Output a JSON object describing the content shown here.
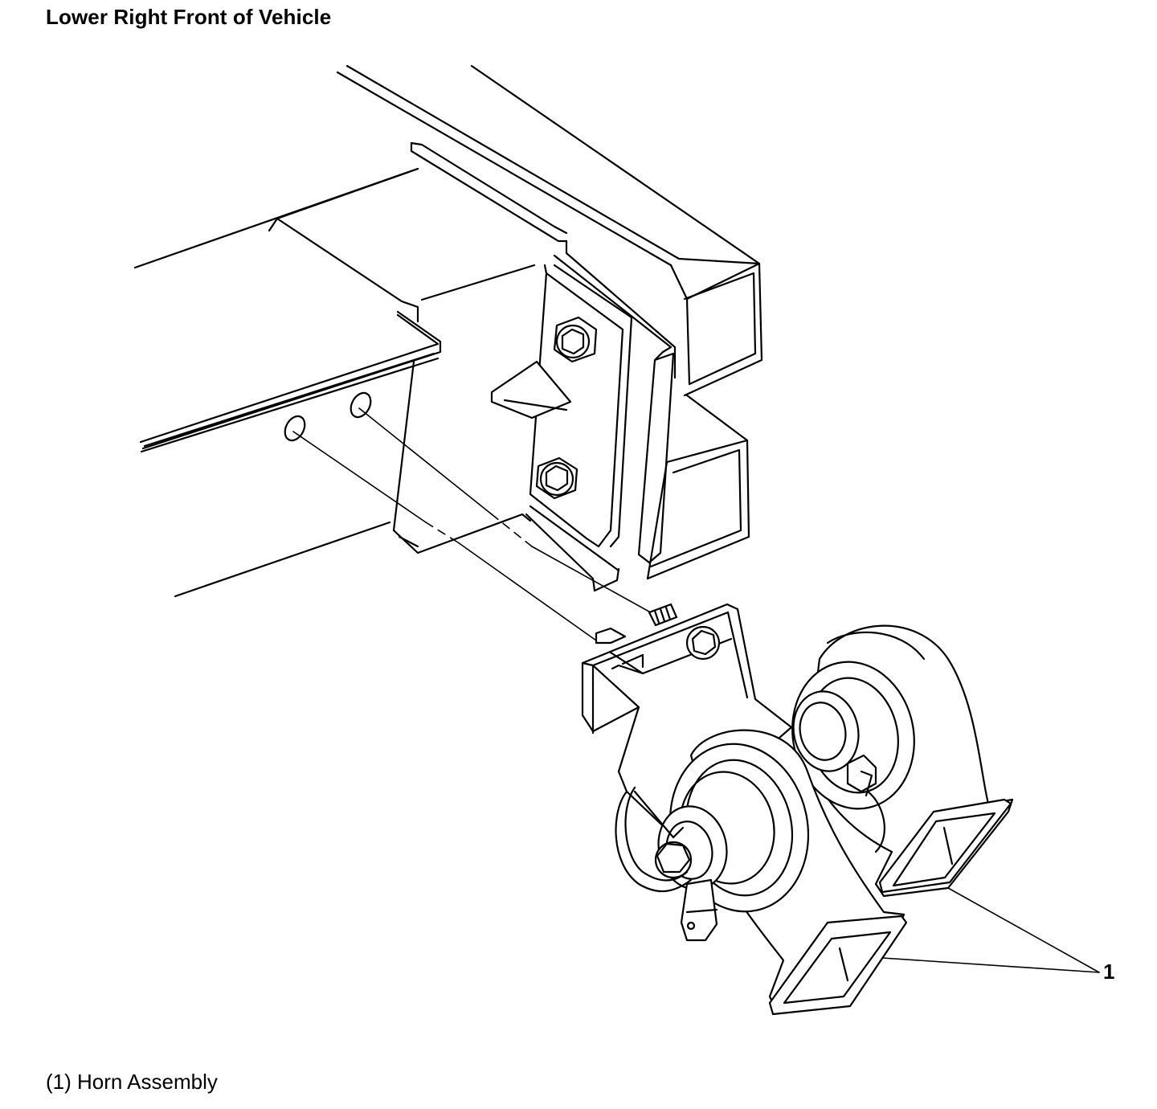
{
  "title": "Lower Right Front of Vehicle",
  "callouts": [
    {
      "number": "1",
      "label": "Horn Assembly"
    }
  ],
  "caption": "(1) Horn Assembly"
}
